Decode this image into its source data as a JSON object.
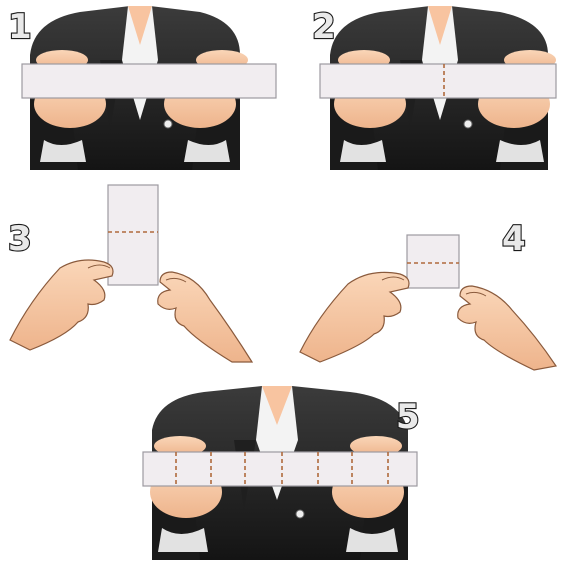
{
  "steps": [
    {
      "label": "1",
      "fold_lines": 0
    },
    {
      "label": "2",
      "fold_lines": 1
    },
    {
      "label": "3",
      "fold_lines": 1
    },
    {
      "label": "4",
      "fold_lines": 1
    },
    {
      "label": "5",
      "fold_lines": 7
    }
  ],
  "colors": {
    "background": "#ffffff",
    "suit": "#2b2b2b",
    "shirt": "#f3f3f3",
    "skin": "#f7c9a6",
    "paper": "#f1edf0",
    "paper_edge": "#9c9aa0",
    "fold_line": "#b06a3c"
  }
}
